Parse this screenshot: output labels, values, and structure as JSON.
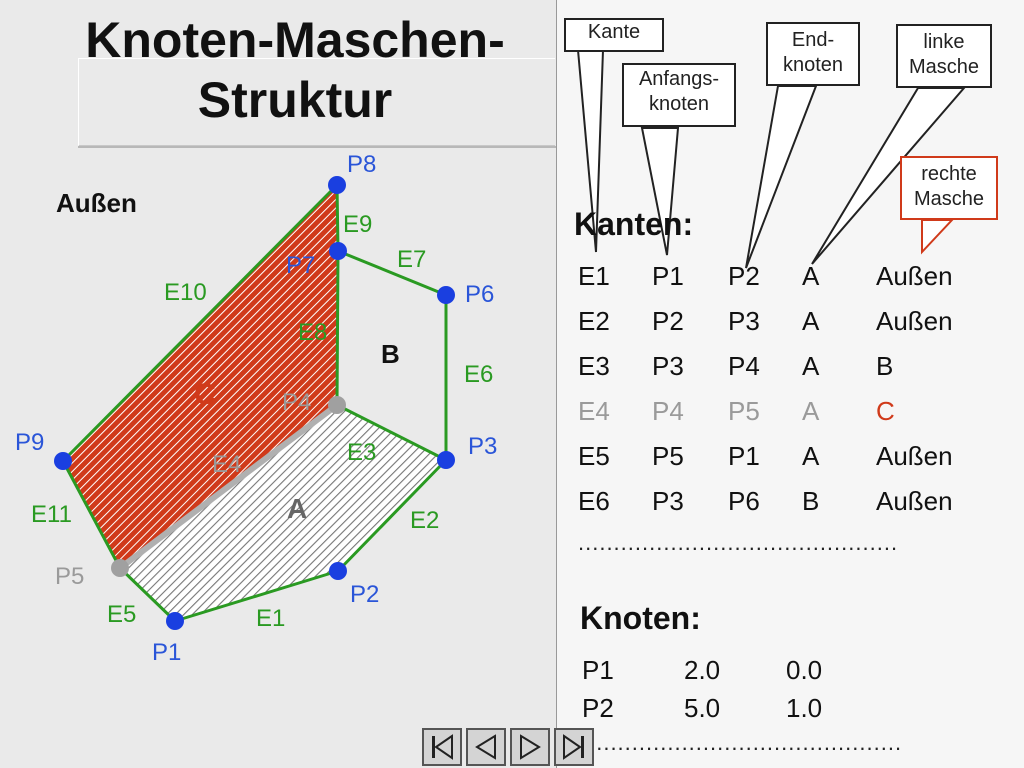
{
  "title": "Knoten-Maschen-\nStruktur",
  "title_line1": "Knoten-Maschen-",
  "title_line2": "Struktur",
  "diagram": {
    "outer_label": "Außen",
    "faces": {
      "A": "A",
      "B": "B",
      "C": "C"
    },
    "points": {
      "P1": "P1",
      "P2": "P2",
      "P3": "P3",
      "P4": "P4",
      "P5": "P5",
      "P6": "P6",
      "P7": "P7",
      "P8": "P8",
      "P9": "P9"
    },
    "edges": {
      "E1": "E1",
      "E2": "E2",
      "E3": "E3",
      "E4": "E4",
      "E5": "E5",
      "E6": "E6",
      "E7": "E7",
      "E8": "E8",
      "E9": "E9",
      "E10": "E10",
      "E11": "E11"
    }
  },
  "callouts": {
    "kante": "Kante",
    "anfangsknoten_1": "Anfangs-",
    "anfangsknoten_2": "knoten",
    "endknoten_1": "End-",
    "endknoten_2": "knoten",
    "linke_1": "linke",
    "linke_2": "Masche",
    "rechte_1": "rechte",
    "rechte_2": "Masche"
  },
  "kanten": {
    "title": "Kanten:",
    "rows": [
      [
        "E1",
        "P1",
        "P2",
        "A",
        "Außen"
      ],
      [
        "E2",
        "P2",
        "P3",
        "A",
        "Außen"
      ],
      [
        "E3",
        "P3",
        "P4",
        "A",
        "B"
      ],
      [
        "E4",
        "P4",
        "P5",
        "A",
        "C"
      ],
      [
        "E5",
        "P5",
        "P1",
        "A",
        "Außen"
      ],
      [
        "E6",
        "P3",
        "P6",
        "B",
        "Außen"
      ]
    ],
    "dots": "............................................."
  },
  "knoten": {
    "title": "Knoten:",
    "rows": [
      [
        "P1",
        "2.0",
        "0.0"
      ],
      [
        "P2",
        "5.0",
        "1.0"
      ]
    ],
    "dots": "............................................."
  },
  "colors": {
    "blue_point": "#1a3fe0",
    "gray_point": "#a0a0a0",
    "edge_green": "#2a9a22",
    "face_c_red": "#d03a1a",
    "label_blue": "#2a55d8"
  }
}
